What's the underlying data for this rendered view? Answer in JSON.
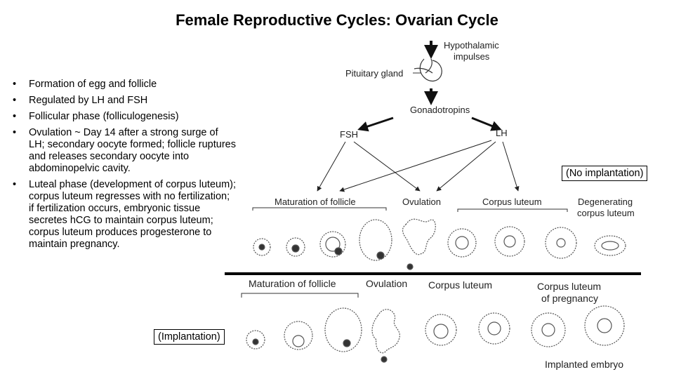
{
  "title": "Female Reproductive Cycles: Ovarian Cycle",
  "bullets": [
    "Formation of egg and follicle",
    "Regulated by LH and FSH",
    "Follicular phase (folliculogenesis)",
    "Ovulation ~ Day 14 after a strong surge of LH; secondary oocyte formed; follicle ruptures and releases secondary oocyte into abdominopelvic cavity.",
    "Luteal phase (development of corpus luteum); corpus luteum regresses with no fertilization; if fertilization occurs, embryonic tissue secretes hCG to maintain corpus luteum; corpus luteum produces progesterone to maintain pregnancy."
  ],
  "diagram": {
    "hypothalamic": [
      "Hypothalamic",
      "impulses"
    ],
    "pituitary": "Pituitary gland",
    "gonadotropins": "Gonadotropins",
    "fsh": "FSH",
    "lh": "LH",
    "top_row": {
      "maturation": "Maturation of follicle",
      "ovulation": "Ovulation",
      "corpus_luteum": "Corpus luteum",
      "degenerating": [
        "Degenerating",
        "corpus luteum"
      ]
    },
    "bottom_row": {
      "maturation": "Maturation of follicle",
      "ovulation": "Ovulation",
      "corpus_luteum": "Corpus luteum",
      "pregnancy": [
        "Corpus luteum",
        "of pregnancy"
      ],
      "implanted": "Implanted embryo"
    },
    "no_implantation": "(No implantation)",
    "implantation": "(Implantation)"
  }
}
